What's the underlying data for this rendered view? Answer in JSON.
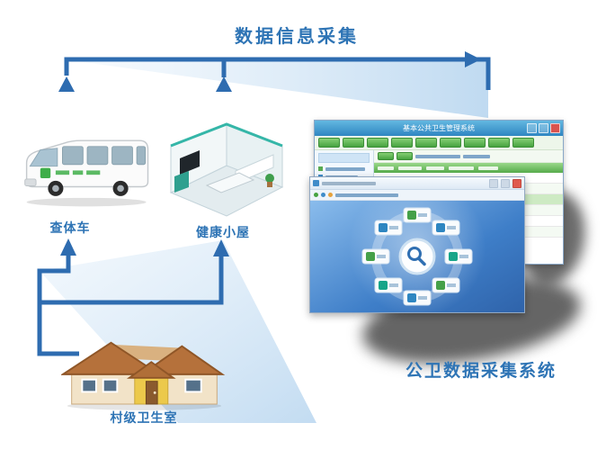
{
  "title": "数据信息采集",
  "system_label": "公卫数据采集系统",
  "nodes": {
    "exam_vehicle": {
      "label": "查体车"
    },
    "health_cabin": {
      "label": "健康小屋"
    },
    "village_clinic": {
      "label": "村级卫生室"
    }
  },
  "screens": {
    "back_window": {
      "title": "基本公共卫生管理系统"
    },
    "front_window": {
      "center_icon": "magnifier-icon"
    }
  },
  "icons": {
    "flow": "arrow-icon",
    "hub_center": "magnifier-icon"
  },
  "colors": {
    "arrow_blue": "#2e6cb0",
    "label_blue": "#2e74b5",
    "wedge_blue": "#bcd8f0",
    "toolbar_green": "#46a340",
    "screen_gradient_start": "#8abcec",
    "screen_gradient_end": "#2f63aa"
  }
}
